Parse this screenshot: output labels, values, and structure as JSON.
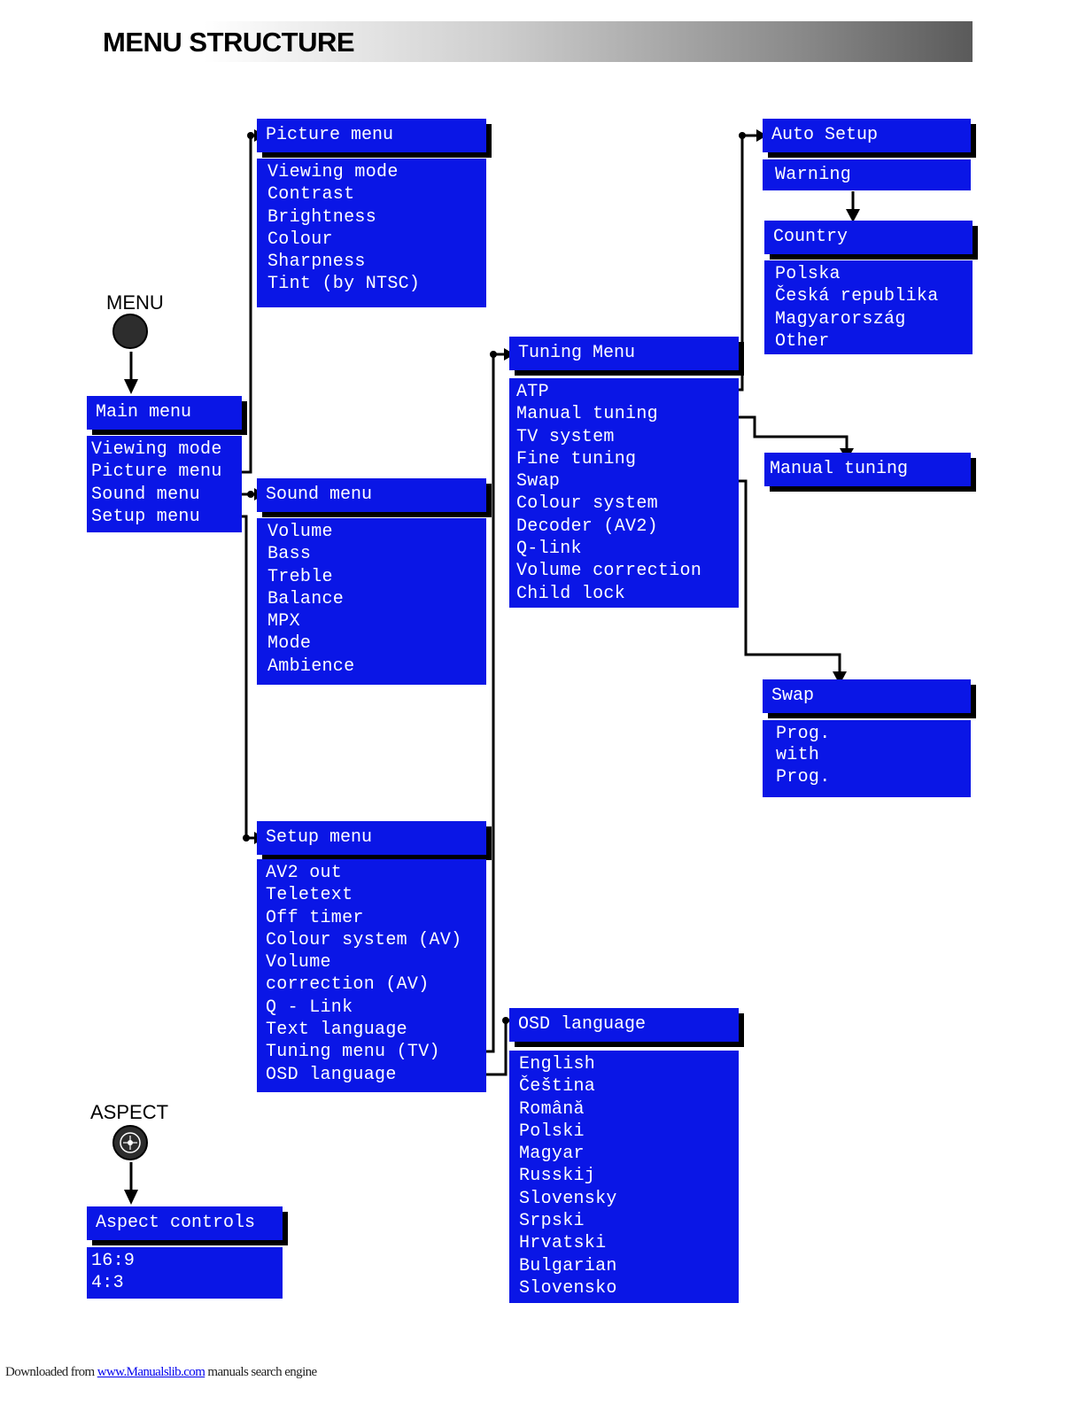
{
  "page_title": "MENU STRUCTURE",
  "buttons": {
    "menu_label": "MENU",
    "aspect_label": "ASPECT"
  },
  "main_menu": {
    "title": "Main menu",
    "items": [
      "Viewing mode",
      "Picture menu",
      "Sound menu",
      "Setup menu"
    ]
  },
  "picture_menu": {
    "title": "Picture menu",
    "items": [
      "Viewing mode",
      "Contrast",
      "Brightness",
      "Colour",
      "Sharpness",
      "Tint (by NTSC)"
    ]
  },
  "sound_menu": {
    "title": "Sound menu",
    "items": [
      "Volume",
      "Bass",
      "Treble",
      "Balance",
      "MPX",
      "Mode",
      "Ambience"
    ]
  },
  "setup_menu": {
    "title": "Setup menu",
    "items": [
      "AV2 out",
      "Teletext",
      "Off timer",
      "Colour system (AV)",
      "Volume",
      "correction (AV)",
      "Q - Link",
      "Text language",
      "Tuning menu (TV)",
      "OSD language"
    ]
  },
  "tuning_menu": {
    "title": "Tuning Menu",
    "items": [
      "ATP",
      "Manual tuning",
      "TV system",
      "Fine tuning",
      "Swap",
      "Colour system",
      "Decoder (AV2)",
      "Q-link",
      "Volume correction",
      "Child lock"
    ]
  },
  "osd_language": {
    "title": "OSD language",
    "items": [
      "English",
      "Čeština",
      "Română",
      "Polski",
      "Magyar",
      "Russkij",
      "Slovensky",
      "Srpski",
      "Hrvatski",
      "Bulgarian",
      "Slovensko"
    ]
  },
  "auto_setup": {
    "title": "Auto Setup",
    "warning": "Warning"
  },
  "country": {
    "title": "Country",
    "items": [
      "Polska",
      "Česká republika",
      "Magyarország",
      "Other"
    ]
  },
  "manual_tuning": {
    "title": "Manual tuning"
  },
  "swap": {
    "title": "Swap",
    "items": [
      "Prog.",
      "with",
      "Prog."
    ]
  },
  "aspect_controls": {
    "title": "Aspect controls",
    "items": [
      "16:9",
      "4:3"
    ]
  },
  "footer": {
    "prefix": "Downloaded from ",
    "link": "www.Manualslib.com",
    "suffix": "  manuals search engine"
  },
  "colors": {
    "menu_blue": "#0a16e6",
    "text_white": "#ffffff",
    "connector_black": "#000000"
  },
  "icons": {
    "menu_button": "round-button-icon",
    "aspect_button": "aspect-dial-icon"
  }
}
